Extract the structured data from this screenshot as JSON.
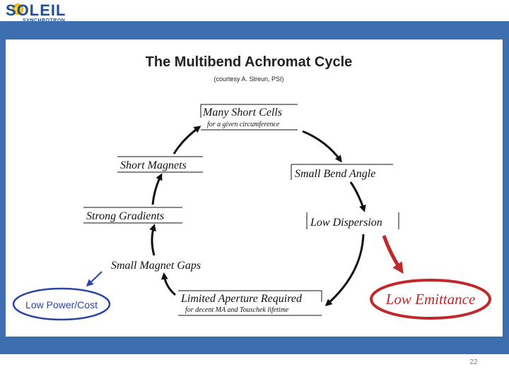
{
  "logo": {
    "name": "SOLEIL",
    "sub": "SYNCHROTRON"
  },
  "title": "The Multibend Achromat Cycle",
  "subtitle": "(courtesy A. Streun, PSI)",
  "nodes": {
    "many_short_cells": "Many Short Cells",
    "many_short_cells_note": "for a given circumference",
    "small_bend_angle": "Small Bend Angle",
    "low_dispersion": "Low Dispersion",
    "limited_aperture": "Limited Aperture Required",
    "limited_aperture_note": "for decent MA and Touschek lifetime",
    "small_magnet_gaps": "Small Magnet Gaps",
    "strong_gradients": "Strong Gradients",
    "short_magnets": "Short Magnets"
  },
  "outcomes": {
    "low_emittance": "Low Emittance",
    "low_power_cost": "Low Power/Cost"
  },
  "colors": {
    "frame": "#3d6fb0",
    "emittance": "#c0282a",
    "power": "#2a44a6"
  },
  "slide_number": "22"
}
